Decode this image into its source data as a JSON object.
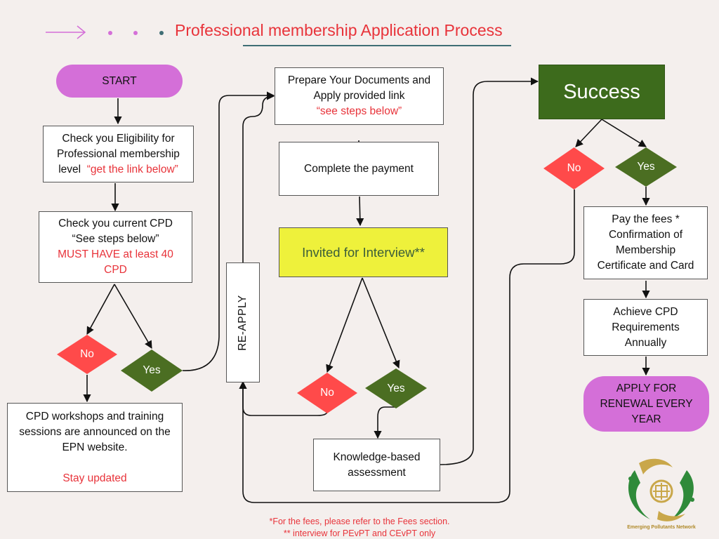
{
  "title": "Professional membership Application Process",
  "start": "START",
  "eligibility": {
    "line1": "Check you Eligibility for",
    "line2": "Professional membership",
    "line3_a": "level",
    "line3_b": "“get the link below”"
  },
  "cpd_check": {
    "line1": "Check you current CPD",
    "line2": "“See steps below”",
    "line3": "MUST HAVE at least 40",
    "line4": "CPD"
  },
  "decisions": {
    "no": "No",
    "yes": "Yes"
  },
  "workshops": {
    "line1": "CPD workshops and training",
    "line2": "sessions are announced on the",
    "line3": "EPN website.",
    "line4": "Stay updated"
  },
  "reapply": "RE-APPLY",
  "prepare": {
    "line1": "Prepare Your Documents and",
    "line2": "Apply provided link",
    "line3": "“see  steps below”"
  },
  "payment": "Complete the payment",
  "interview": "Invited for Interview**",
  "assessment": {
    "line1": "Knowledge-based",
    "line2": "assessment"
  },
  "success": "Success",
  "fees": {
    "line1": "Pay the fees *",
    "line2": "Confirmation of",
    "line3": "Membership",
    "line4": "Certificate and Card"
  },
  "achieve": {
    "line1": "Achieve CPD",
    "line2": "Requirements",
    "line3": "Annually"
  },
  "renewal": {
    "line1": "APPLY FOR",
    "line2": "RENEWAL EVERY",
    "line3": "YEAR"
  },
  "footnotes": {
    "line1": "*For the fees, please refer to the Fees section.",
    "line2": "** interview for PEvPT and CEvPT only"
  },
  "logo_text": "Emerging Pollutants Network",
  "colors": {
    "title_red": "#e8333a",
    "pink_pill": "#d46fd8",
    "decision_no": "#ff4a4a",
    "decision_yes": "#4b6e22",
    "success_green": "#3d6b1c",
    "interview_yellow": "#eef13b",
    "accent_teal": "#3f6e75"
  }
}
